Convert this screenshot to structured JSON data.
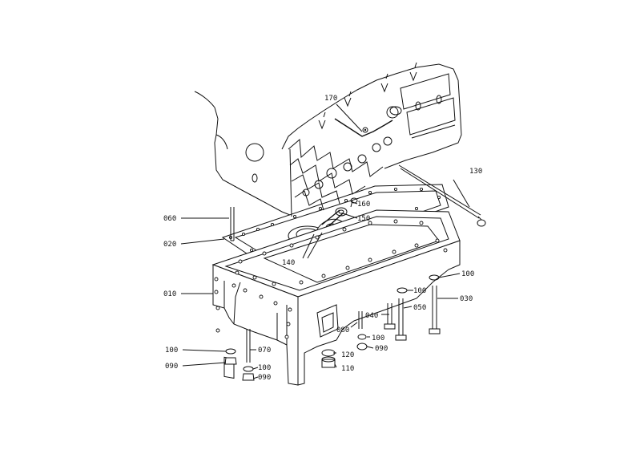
{
  "diagram": {
    "labels": {
      "p010": "010",
      "p020": "020",
      "p030": "030",
      "p040": "040",
      "p050": "050",
      "p060": "060",
      "p070": "070",
      "p080": "080",
      "p090a": "090",
      "p090b": "090",
      "p090c": "090",
      "p100a": "100",
      "p100b": "100",
      "p100c": "100",
      "p100d": "100",
      "p100e": "100",
      "p110": "110",
      "p120": "120",
      "p130": "130",
      "p140": "140",
      "p150": "150",
      "p160": "160",
      "p170": "170"
    }
  }
}
